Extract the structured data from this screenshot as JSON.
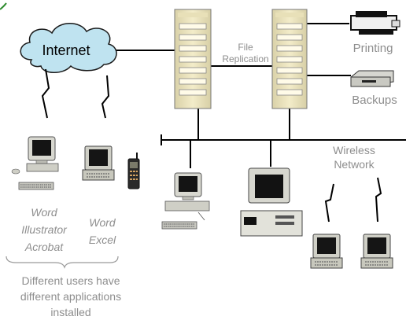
{
  "diagram": {
    "cloud_label": "Internet",
    "replication_line1": "File",
    "replication_line2": "Replication",
    "printing_label": "Printing",
    "backups_label": "Backups",
    "wireless_line1": "Wireless",
    "wireless_line2": "Network",
    "apps_user1": [
      "Word",
      "Illustrator",
      "Acrobat"
    ],
    "apps_user2": [
      "Word",
      "Excel"
    ],
    "caption": [
      "Different users have",
      "different applications",
      "installed"
    ]
  },
  "colors": {
    "cloud_fill": "#bfe3f0",
    "server_fill": "#efe7c2",
    "label_gray": "#8e8e8e",
    "mark_green": "#2e8b2e"
  }
}
